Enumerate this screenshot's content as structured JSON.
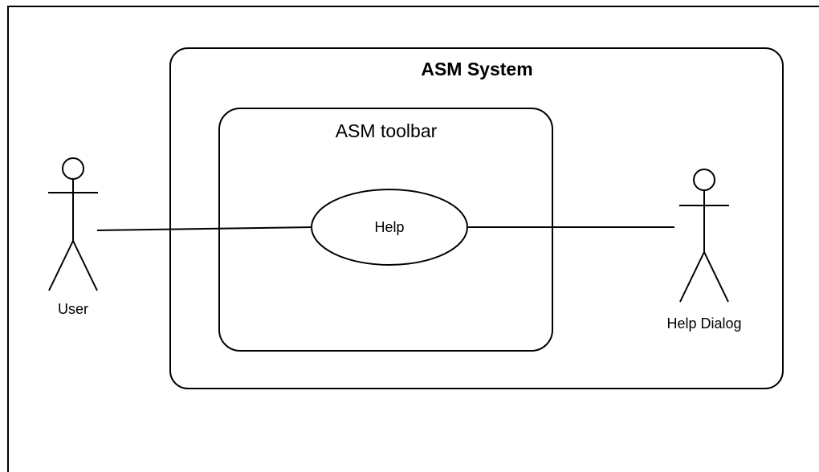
{
  "system": {
    "title": "ASM System"
  },
  "toolbar": {
    "title": "ASM toolbar"
  },
  "use_case": {
    "label": "Help"
  },
  "actors": {
    "user": {
      "label": "User"
    },
    "help_dialog": {
      "label": "Help Dialog"
    }
  },
  "colors": {
    "stroke": "#000000",
    "background": "#ffffff"
  }
}
